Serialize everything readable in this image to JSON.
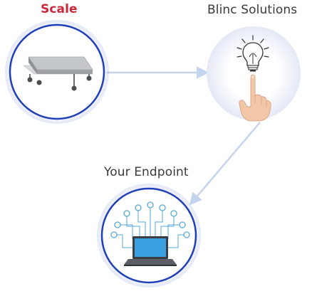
{
  "nodes": {
    "scale": {
      "label": "Scale",
      "icon": "scale-icon"
    },
    "blinc": {
      "label": "Blinc Solutions",
      "icon": "lightbulb-hand-icon"
    },
    "endpoint": {
      "label": "Your Endpoint",
      "icon": "laptop-network-icon"
    }
  },
  "colors": {
    "circle_border": "#1f3fb8",
    "arrow": "#c5d4ee",
    "scale_label": "#c8283a",
    "text": "#3a3a3a",
    "laptop_screen": "#3aa0e0",
    "network_line": "#55a9dd"
  }
}
